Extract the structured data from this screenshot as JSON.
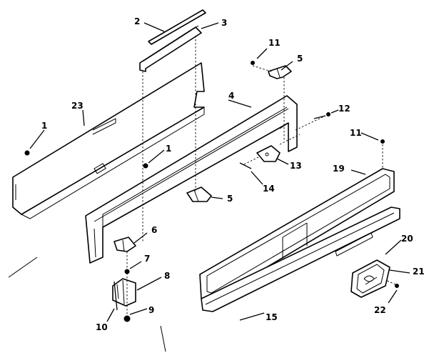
{
  "labels": {
    "l1a": "1",
    "l1b": "1",
    "l2": "2",
    "l3": "3",
    "l4": "4",
    "l5a": "5",
    "l5b": "5",
    "l6": "6",
    "l7": "7",
    "l8": "8",
    "l9": "9",
    "l10": "10",
    "l11a": "11",
    "l11b": "11",
    "l12": "12",
    "l13": "13",
    "l14": "14",
    "l15": "15",
    "l19": "19",
    "l20": "20",
    "l21": "21",
    "l22": "22",
    "l23": "23"
  }
}
